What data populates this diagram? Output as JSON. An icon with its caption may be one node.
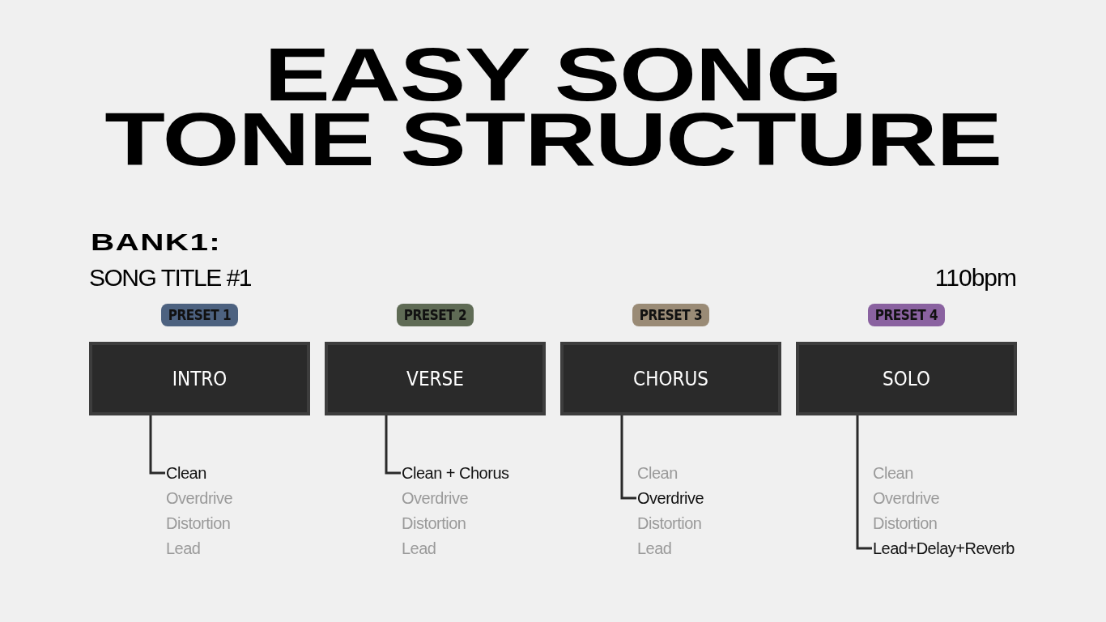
{
  "diagram": {
    "title": "EASY SONG TONE STRUCTURE",
    "nodes": [
      {
        "text": [
          "PRESET 1"
        ]
      },
      {
        "text": [
          "PRESET 2"
        ]
      },
      {
        "text": [
          "PRESET 3"
        ]
      },
      {
        "text": [
          "PRESET 4"
        ]
      },
      {
        "text": [
          "INTRO"
        ]
      },
      {
        "text": [
          "VERSE"
        ]
      },
      {
        "text": [
          "CHORUS"
        ]
      },
      {
        "text": [
          "SOLO"
        ]
      },
      {
        "text": [
          "Clean"
        ]
      },
      {
        "text": [
          "Overdrive"
        ]
      },
      {
        "text": [
          "Distortion"
        ]
      },
      {
        "text": [
          "Lead"
        ]
      },
      {
        "text": [
          "Clean + Chorus"
        ]
      },
      {
        "text": [
          "Overdrive"
        ]
      },
      {
        "text": [
          "Distortion"
        ]
      },
      {
        "text": [
          "Lead"
        ]
      },
      {
        "text": [
          "Clean"
        ]
      },
      {
        "text": [
          "Overdrive"
        ]
      },
      {
        "text": [
          "Distortion"
        ]
      },
      {
        "text": [
          "Lead"
        ]
      },
      {
        "text": [
          "Clean"
        ]
      },
      {
        "text": [
          "Overdrive"
        ]
      },
      {
        "text": [
          "Distortion"
        ]
      },
      {
        "text": [
          "Lead+Delay+Reverb"
        ]
      }
    ],
    "edges": [
      {
        "from": 4,
        "to": 8,
        "arrow": "none"
      },
      {
        "from": 5,
        "to": 12,
        "arrow": "none"
      },
      {
        "from": 6,
        "to": 17,
        "arrow": "none"
      },
      {
        "from": 7,
        "to": 23,
        "arrow": "none"
      }
    ],
    "labels": [
      "BANK1:",
      "SONG TITLE #1",
      "110bpm"
    ]
  }
}
